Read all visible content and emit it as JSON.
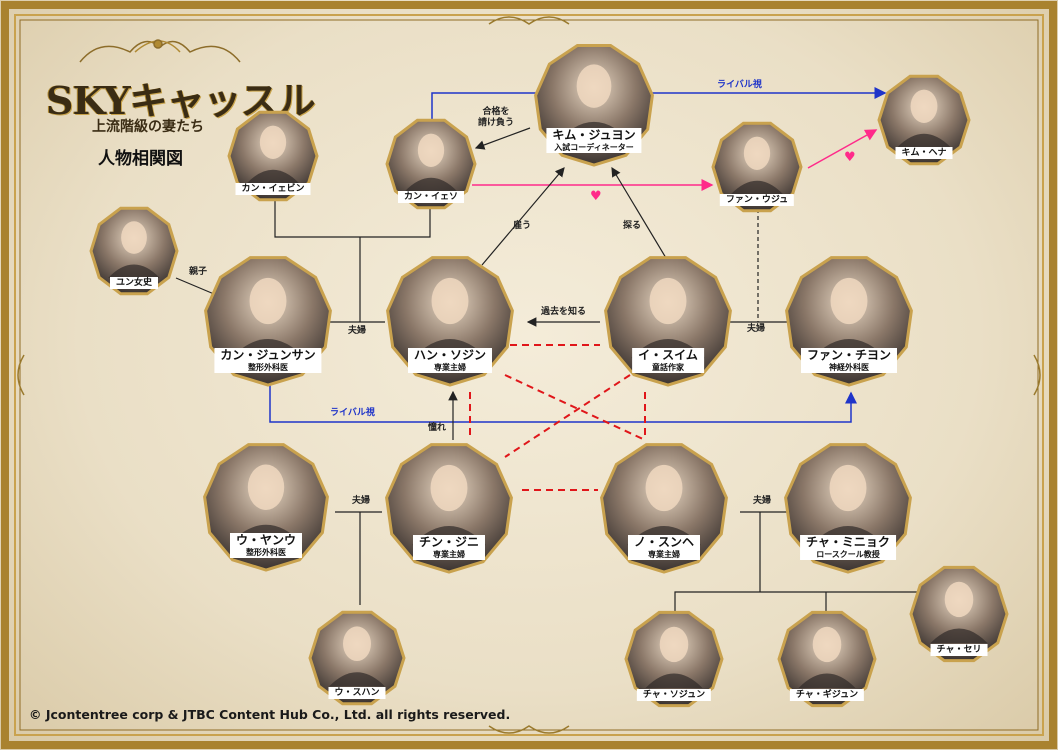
{
  "logo": {
    "title": "SKYキャッスル",
    "subtitle": "上流階級の妻たち"
  },
  "chart_title": "人物相関図",
  "copyright": "© Jcontentree corp & JTBC Content Hub Co., Ltd. all rights reserved.",
  "people": {
    "kim_junyon": {
      "name": "キム・ジュヨン",
      "role": "入試コーディネーター"
    },
    "kan_iebin": {
      "name": "カン・イェビン"
    },
    "kan_ieso": {
      "name": "カン・イェソ"
    },
    "fan_uju": {
      "name": "ファン・ウジュ"
    },
    "kim_hena": {
      "name": "キム・ヘナ"
    },
    "yun_joshi": {
      "name": "ユン女史"
    },
    "kan_junsan": {
      "name": "カン・ジュンサン",
      "role": "整形外科医"
    },
    "han_sojin": {
      "name": "ハン・ソジン",
      "role": "専業主婦"
    },
    "i_suimu": {
      "name": "イ・スイム",
      "role": "童話作家"
    },
    "fan_chiyon": {
      "name": "ファン・チヨン",
      "role": "神経外科医"
    },
    "u_yanu": {
      "name": "ウ・ヤンウ",
      "role": "整形外科医"
    },
    "chin_jini": {
      "name": "チン・ジニ",
      "role": "専業主婦"
    },
    "no_sunhe": {
      "name": "ノ・スンヘ",
      "role": "専業主婦"
    },
    "cha_miniyoku": {
      "name": "チャ・ミニョク",
      "role": "ロースクール教授"
    },
    "u_suhan": {
      "name": "ウ・スハン"
    },
    "cha_sojun": {
      "name": "チャ・ソジュン"
    },
    "cha_gijun": {
      "name": "チャ・ギジュン"
    },
    "cha_seri": {
      "name": "チャ・セリ"
    }
  },
  "relations": {
    "rival_top": "ライバル視",
    "rival_bottom": "ライバル視",
    "goukaku": "合格を\n請け負う",
    "yatou": "雇う",
    "saguru": "探る",
    "kako": "過去を知る",
    "oyako": "親子",
    "fufu_kan": "夫婦",
    "fufu_fan": "夫婦",
    "fufu_u": "夫婦",
    "fufu_cha": "夫婦",
    "akogare": "憧れ"
  },
  "colors": {
    "gold_frame": "#b8913c",
    "rival_line": "#1f34c9",
    "love_line": "#ff2a8a",
    "conflict_line": "#e0161a",
    "plain_line": "#222222"
  }
}
